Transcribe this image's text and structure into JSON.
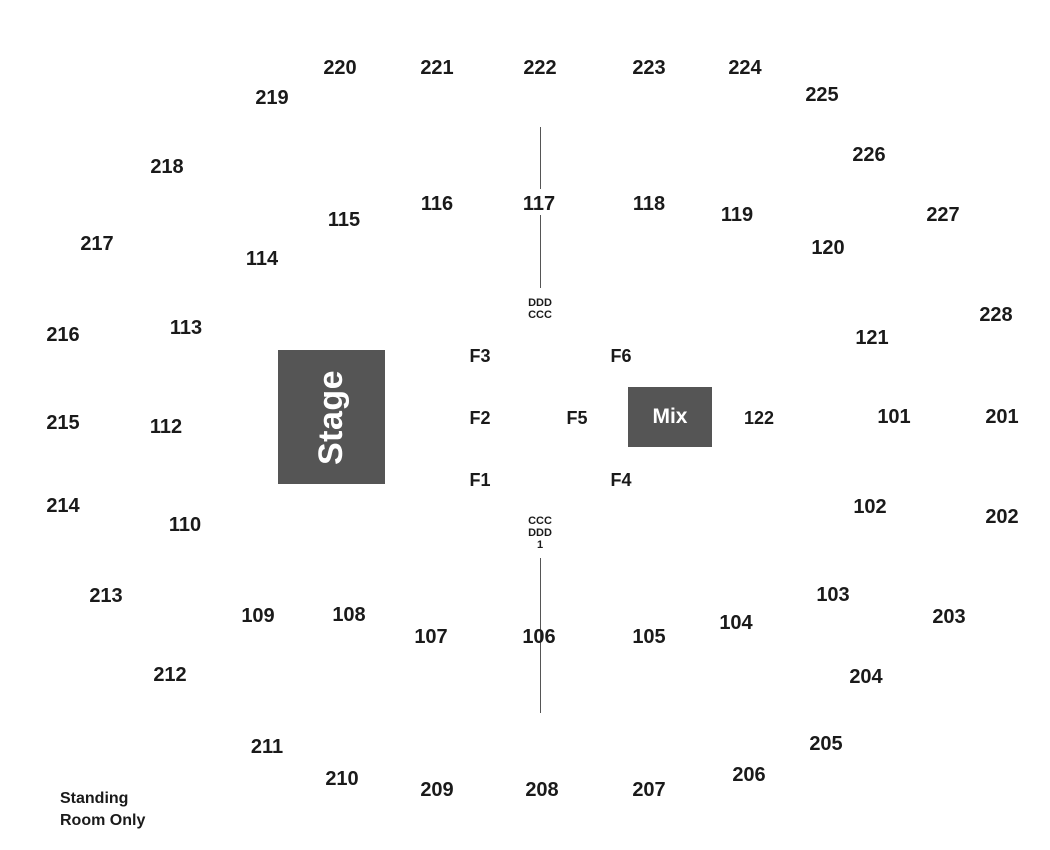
{
  "stage_label": "Stage",
  "mix_label": "Mix",
  "standing_room": [
    "Standing",
    "Room Only"
  ],
  "row_labels": {
    "north": [
      "DDD",
      "CCC"
    ],
    "south": [
      "CCC",
      "DDD",
      "1"
    ]
  },
  "sections": {
    "s220": "220",
    "s221": "221",
    "s222": "222",
    "s223": "223",
    "s224": "224",
    "s219": "219",
    "s225": "225",
    "s218": "218",
    "s226": "226",
    "s217": "217",
    "s227": "227",
    "s216": "216",
    "s228": "228",
    "s215": "215",
    "s201": "201",
    "s214": "214",
    "s202": "202",
    "s213": "213",
    "s203": "203",
    "s212": "212",
    "s204": "204",
    "s211": "211",
    "s205": "205",
    "s210": "210",
    "s206": "206",
    "s209": "209",
    "s208": "208",
    "s207": "207",
    "s116": "116",
    "s117": "117",
    "s118": "118",
    "s115": "115",
    "s119": "119",
    "s114": "114",
    "s120": "120",
    "s113": "113",
    "s121": "121",
    "s112": "112",
    "s122": "122",
    "s101": "101",
    "s110": "110",
    "s102": "102",
    "s109": "109",
    "s108": "108",
    "s107": "107",
    "s106": "106",
    "s105": "105",
    "s104": "104",
    "s103": "103",
    "F1": "F1",
    "F2": "F2",
    "F3": "F3",
    "F4": "F4",
    "F5": "F5",
    "F6": "F6"
  },
  "colors": {
    "block": "#555555",
    "text": "#1a1a1a",
    "background": "#ffffff"
  }
}
